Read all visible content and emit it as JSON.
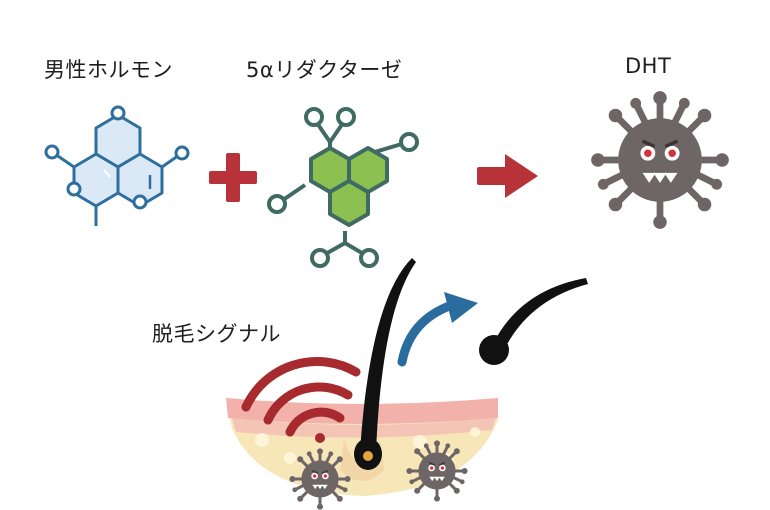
{
  "labels": {
    "hormone": "男性ホルモン",
    "enzyme": "5αリダクターゼ",
    "product": "DHT",
    "signal": "脱毛シグナル"
  },
  "colors": {
    "hormone_stroke": "#2e6f9e",
    "hormone_fill": "#dbe8f6",
    "enzyme_stroke": "#3f6b63",
    "enzyme_fill": "#8cc152",
    "operator_red": "#b8323a",
    "virus_gray": "#6e6666",
    "signal_red": "#a62a2e",
    "skin_pink": "#f3b1ac",
    "fat_cream": "#f7e6b8",
    "hair_black": "#111111",
    "arrow_blue": "#2a6c9d"
  }
}
